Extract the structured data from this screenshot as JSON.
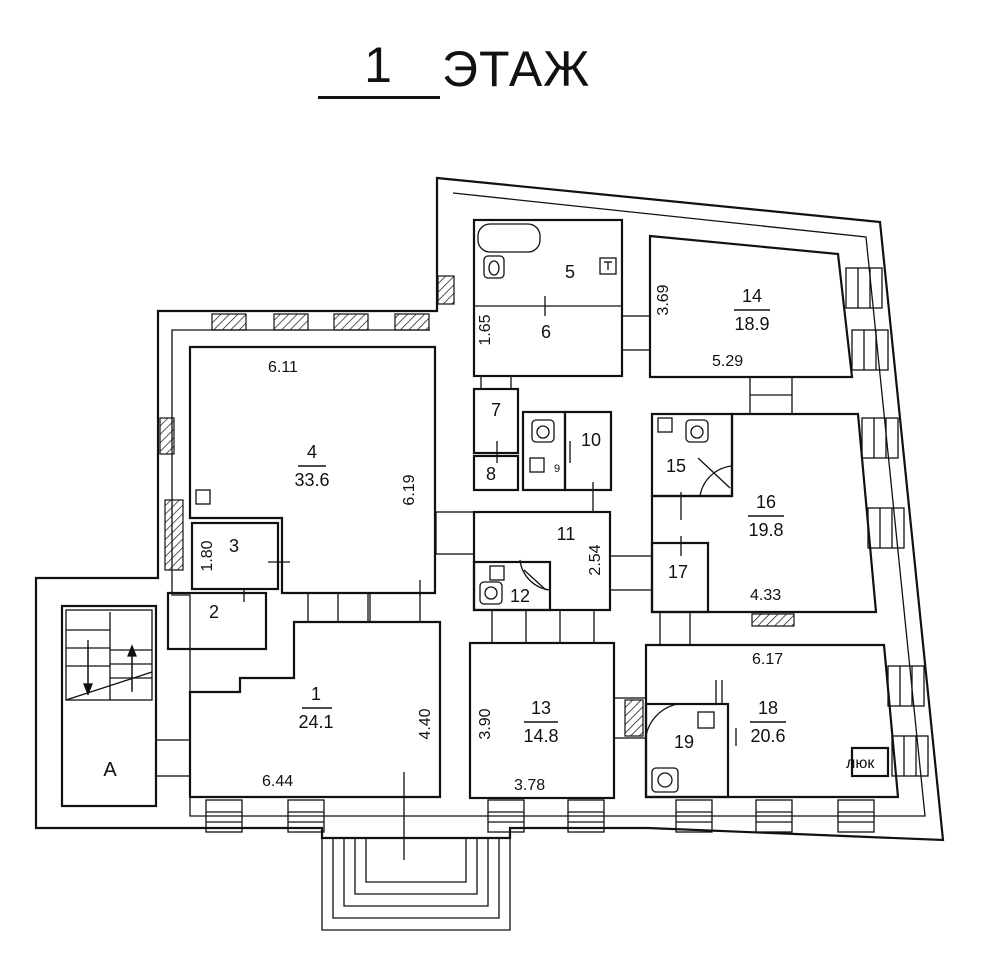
{
  "title": {
    "floor_number": "1",
    "floor_word": "ЭТАЖ"
  },
  "rooms": [
    {
      "id": "1",
      "num": "1",
      "area": "24.1"
    },
    {
      "id": "2",
      "num": "2",
      "area": ""
    },
    {
      "id": "3",
      "num": "3",
      "area": ""
    },
    {
      "id": "4",
      "num": "4",
      "area": "33.6"
    },
    {
      "id": "5",
      "num": "5",
      "area": ""
    },
    {
      "id": "6",
      "num": "6",
      "area": ""
    },
    {
      "id": "7",
      "num": "7",
      "area": ""
    },
    {
      "id": "8",
      "num": "8",
      "area": ""
    },
    {
      "id": "9",
      "num": "9",
      "area": ""
    },
    {
      "id": "10",
      "num": "10",
      "area": ""
    },
    {
      "id": "11",
      "num": "11",
      "area": ""
    },
    {
      "id": "12",
      "num": "12",
      "area": ""
    },
    {
      "id": "13",
      "num": "13",
      "area": "14.8"
    },
    {
      "id": "14",
      "num": "14",
      "area": "18.9"
    },
    {
      "id": "15",
      "num": "15",
      "area": ""
    },
    {
      "id": "16",
      "num": "16",
      "area": "19.8"
    },
    {
      "id": "17",
      "num": "17",
      "area": ""
    },
    {
      "id": "18",
      "num": "18",
      "area": "20.6"
    },
    {
      "id": "19",
      "num": "19",
      "area": ""
    },
    {
      "id": "A",
      "num": "А",
      "area": ""
    }
  ],
  "dimensions": {
    "d_6_11": "6.11",
    "d_6_19": "6.19",
    "d_1_80": "1.80",
    "d_1_65": "1.65",
    "d_3_69": "3.69",
    "d_5_29": "5.29",
    "d_2_54": "2.54",
    "d_4_33": "4.33",
    "d_6_17": "6.17",
    "d_3_90": "3.90",
    "d_3_78": "3.78",
    "d_4_40": "4.40",
    "d_6_44": "6.44"
  },
  "labels": {
    "hatch": "люк"
  }
}
